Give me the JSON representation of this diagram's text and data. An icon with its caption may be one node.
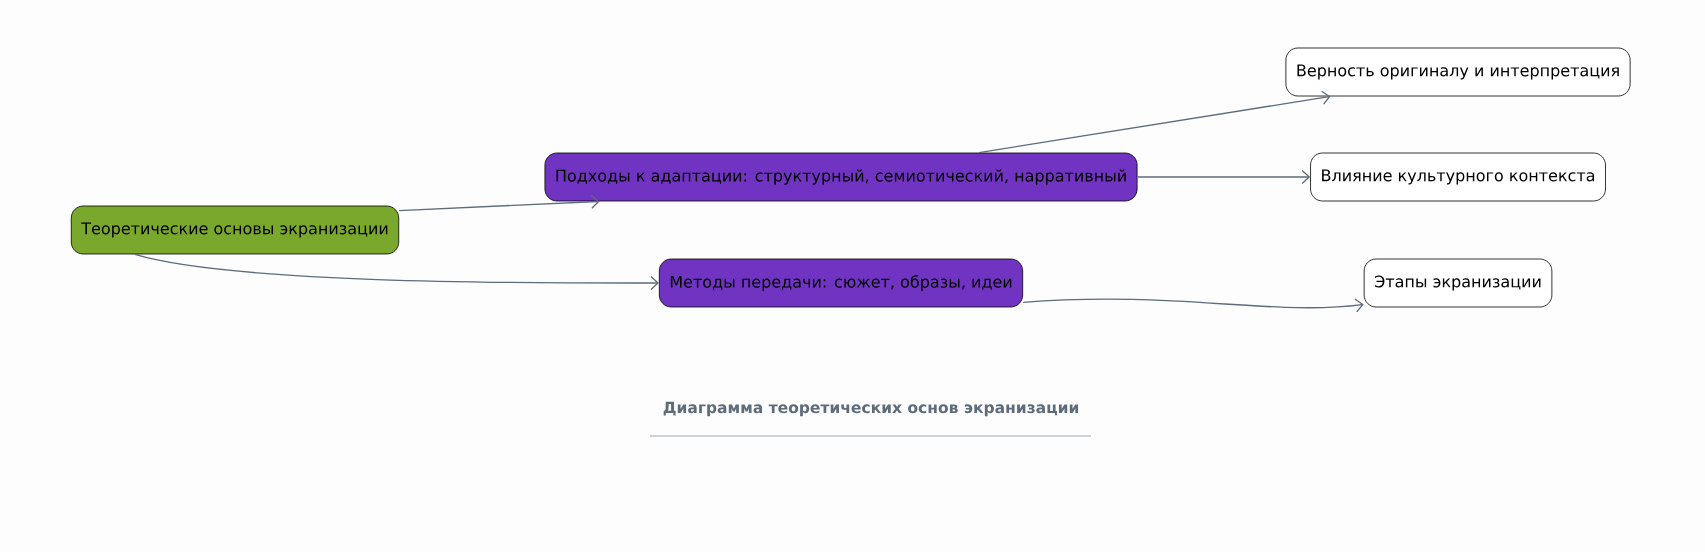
{
  "diagram": {
    "title": "Диаграмма теоретических основ экранизации",
    "nodes": [
      {
        "text": [
          "Теоретические основы экранизации"
        ]
      },
      {
        "text": [
          "Подходы к адаптации: структурный, семиотический, нарративный"
        ]
      },
      {
        "text": [
          "Методы передачи: сюжет, образы, идеи"
        ]
      },
      {
        "text": [
          "Верность оригиналу и интерпретация"
        ]
      },
      {
        "text": [
          "Влияние культурного контекста"
        ]
      },
      {
        "text": [
          "Этапы экранизации"
        ]
      }
    ],
    "edges": [
      {
        "from": 0,
        "to": 1,
        "arrow": "to"
      },
      {
        "from": 0,
        "to": 2,
        "arrow": "to"
      },
      {
        "from": 1,
        "to": 3,
        "arrow": "to"
      },
      {
        "from": 1,
        "to": 4,
        "arrow": "to"
      },
      {
        "from": 2,
        "to": 5,
        "arrow": "to"
      }
    ]
  }
}
